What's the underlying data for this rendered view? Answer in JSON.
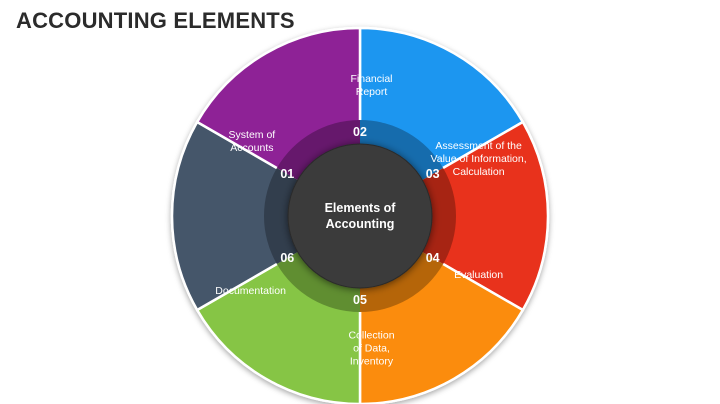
{
  "title": "ACCOUNTING ELEMENTS",
  "center": {
    "lines": [
      "Elements of",
      "Accounting"
    ],
    "color": "#3a3a3a"
  },
  "segments": [
    {
      "number": "01",
      "label_lines": [
        "System of",
        "Accounts"
      ],
      "color": "#1e96f0"
    },
    {
      "number": "02",
      "label_lines": [
        "Financial",
        "Report"
      ],
      "color": "#e8321b"
    },
    {
      "number": "03",
      "label_lines": [
        "Assessment of the",
        "Value of Information,",
        "Calculation"
      ],
      "color": "#fb8c0c"
    },
    {
      "number": "04",
      "label_lines": [
        "Evaluation"
      ],
      "color": "#86c544"
    },
    {
      "number": "05",
      "label_lines": [
        "Collection",
        "of Data,",
        "Inventory"
      ],
      "color": "#45566b"
    },
    {
      "number": "06",
      "label_lines": [
        "Documentation"
      ],
      "color": "#8e2296"
    }
  ]
}
